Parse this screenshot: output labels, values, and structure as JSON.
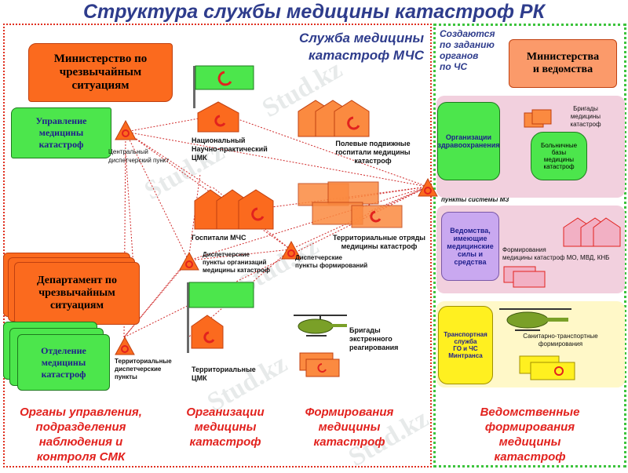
{
  "title": "Структура службы медицины катастроф РК",
  "service_heading": "Служба медицины\nкатастроф МЧС",
  "created_note": "Создаются\nпо заданию\nорганов\nпо ЧС",
  "left": {
    "ministry": "Министерство по\nчрезвычайным\nситуациям",
    "management": "Управление\nмедицины\nкатастроф",
    "central_point": "Центральный\nдиспетчерский пункт",
    "department": "Департамент по\nчрезвычайным\nситуациям",
    "branch": "Отделение\nмедицины\nкатастроф",
    "territorial_points": "Территориальные\nдиспетчерские\nпункты"
  },
  "center": {
    "national_center": "Национальный\nНаучно-практический\nЦМК",
    "field_hospitals": "Полевые подвижные\nгоспитали медицины\nкатастроф",
    "hospitals": "Госпитали МЧС",
    "dispatch_org": "Диспетчерские\nпункты организаций\nмедицины катастроф",
    "dispatch_form": "Диспетчерские\nпункты формирований",
    "territorial_detachments": "Территориальные отряды\nмедицины катастроф",
    "territorial_cmk": "Территориальные\nЦМК",
    "rapid_brigades": "Бригады\nэкстренного\nреагирования",
    "dispatch_mz": "Диспетчерские\nпункты системы МЗ"
  },
  "right": {
    "ministries": "Министерства\nи ведомства",
    "health_orgs": "Организации\nздравоохранения",
    "brigades": "Бригады\nмедицины\nкатастроф",
    "hospital_bases": "Больничные\nбазы\nмедицины\nкатастроф",
    "agencies": "Ведомства,\nимеющие\nмедицинские\nсилы и средства",
    "formations": "Формирования\nмедицины катастроф МО, МВД, КНБ",
    "transport_service": "Транспортная\nслужба\nГО и ЧС\nМинтранса",
    "transport_formations": "Санитарно-транспортные\nформирования"
  },
  "bottom": {
    "col1": "Органы управления,\nподразделения\nнаблюдения и\nконтроля СМК",
    "col2": "Организации\nмедицины\nкатастроф",
    "col3": "Формирования\nмедицины\nкатастроф",
    "col4": "Ведомственные\nформирования\nмедицины\nкатастроф"
  },
  "watermark": "Stud.kz",
  "colors": {
    "orange": "#fb6a1e",
    "green": "#4ce64c",
    "pink": "#f2d0de",
    "red": "#e2221e",
    "yellow": "#fff020",
    "blue": "#2e3c8c"
  }
}
